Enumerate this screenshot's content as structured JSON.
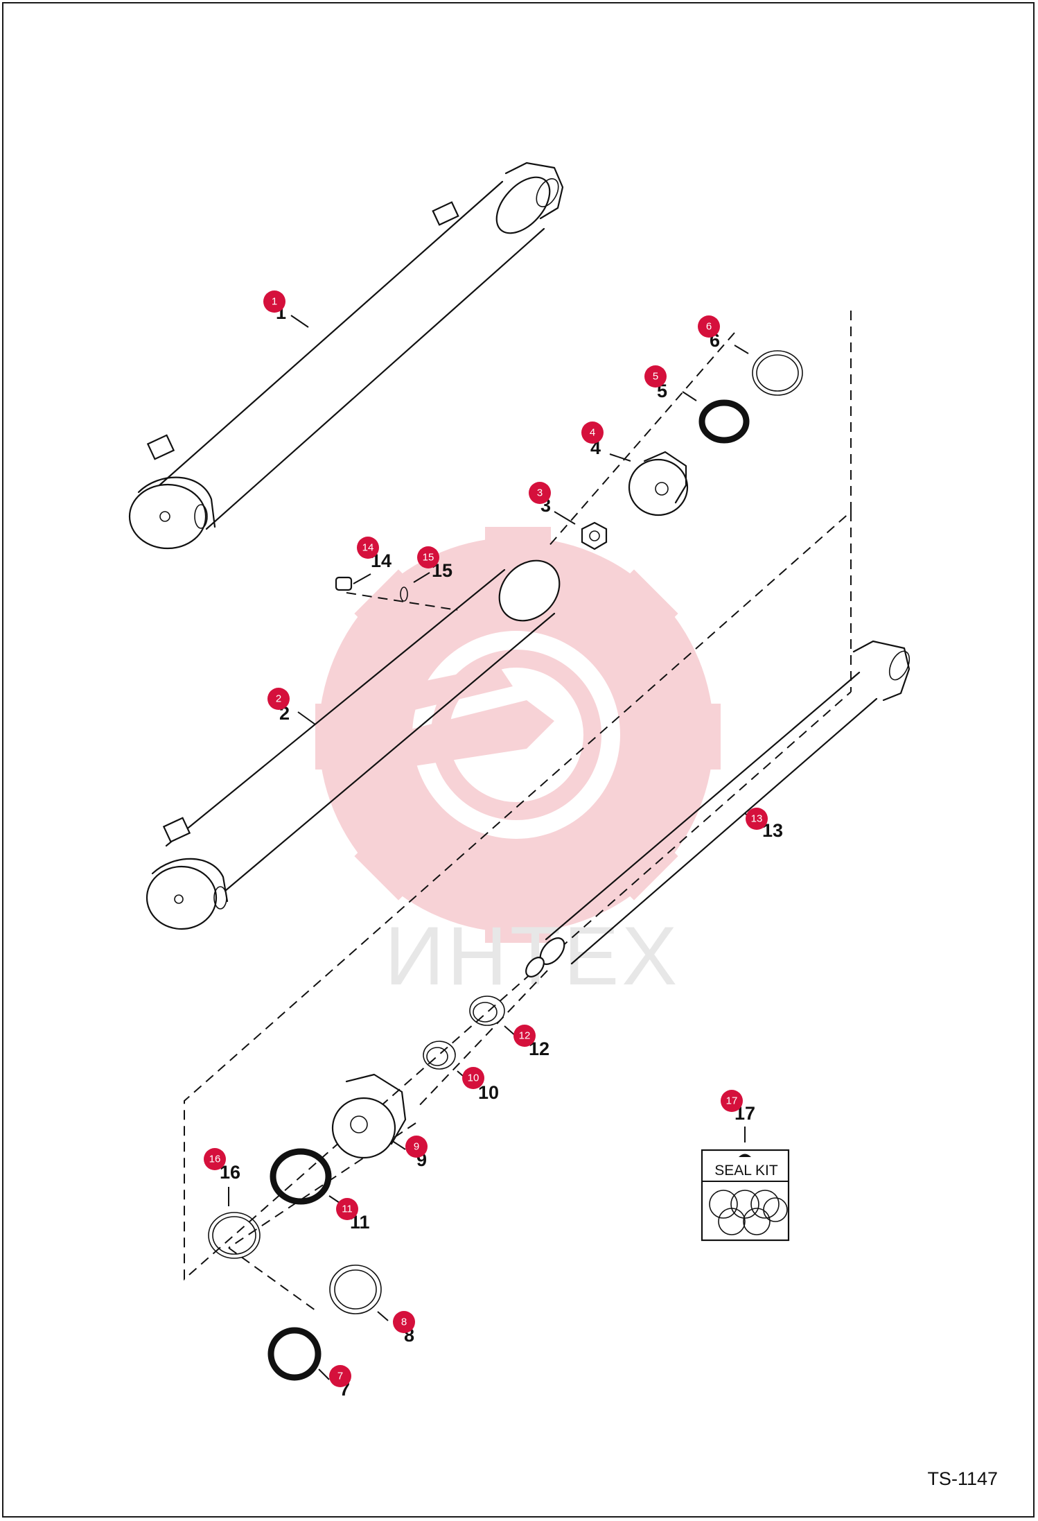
{
  "diagram": {
    "figure_id": "TS-1147",
    "watermark_text": "ИНТЕХ",
    "seal_kit_label": "SEAL KIT",
    "colors": {
      "badge": "#d5103c",
      "watermark_gear": "#f7d0d4",
      "watermark_text": "#e6e6e6",
      "line": "#111111"
    },
    "parts": [
      {
        "number": "1",
        "badge": "1"
      },
      {
        "number": "2",
        "badge": "2"
      },
      {
        "number": "3",
        "badge": "3"
      },
      {
        "number": "4",
        "badge": "4"
      },
      {
        "number": "5",
        "badge": "5"
      },
      {
        "number": "6",
        "badge": "6"
      },
      {
        "number": "7",
        "badge": "7"
      },
      {
        "number": "8",
        "badge": "8"
      },
      {
        "number": "9",
        "badge": "9"
      },
      {
        "number": "10",
        "badge": "10"
      },
      {
        "number": "11",
        "badge": "11"
      },
      {
        "number": "12",
        "badge": "12"
      },
      {
        "number": "13",
        "badge": "13"
      },
      {
        "number": "14",
        "badge": "14"
      },
      {
        "number": "15",
        "badge": "15"
      },
      {
        "number": "16",
        "badge": "16"
      },
      {
        "number": "17",
        "badge": "17"
      }
    ]
  }
}
